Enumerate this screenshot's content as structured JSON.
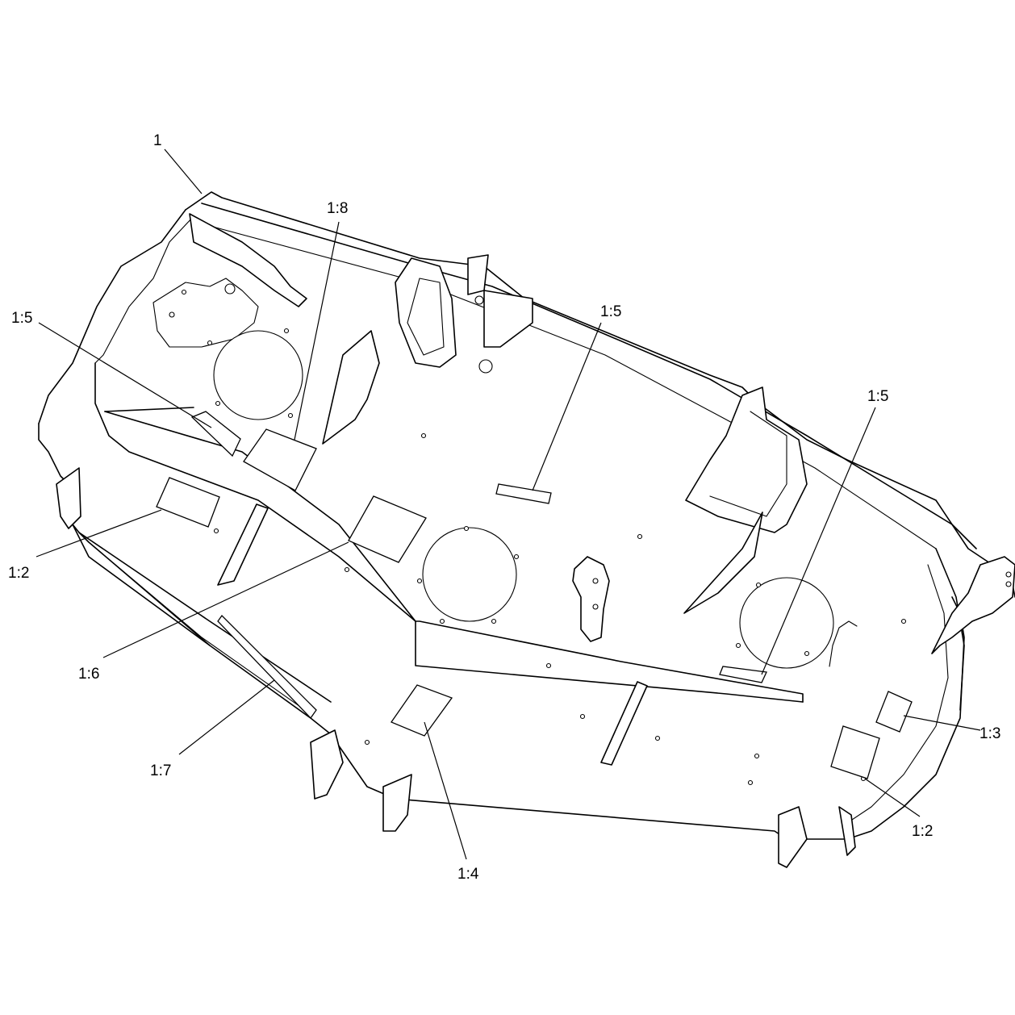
{
  "callouts": [
    {
      "id": "c1",
      "label": "1"
    },
    {
      "id": "c18",
      "label": "1:8"
    },
    {
      "id": "c15a",
      "label": "1:5"
    },
    {
      "id": "c15b",
      "label": "1:5"
    },
    {
      "id": "c15c",
      "label": "1:5"
    },
    {
      "id": "c12a",
      "label": "1:2"
    },
    {
      "id": "c16",
      "label": "1:6"
    },
    {
      "id": "c17",
      "label": "1:7"
    },
    {
      "id": "c14",
      "label": "1:4"
    },
    {
      "id": "c13",
      "label": "1:3"
    },
    {
      "id": "c12b",
      "label": "1:2"
    }
  ]
}
